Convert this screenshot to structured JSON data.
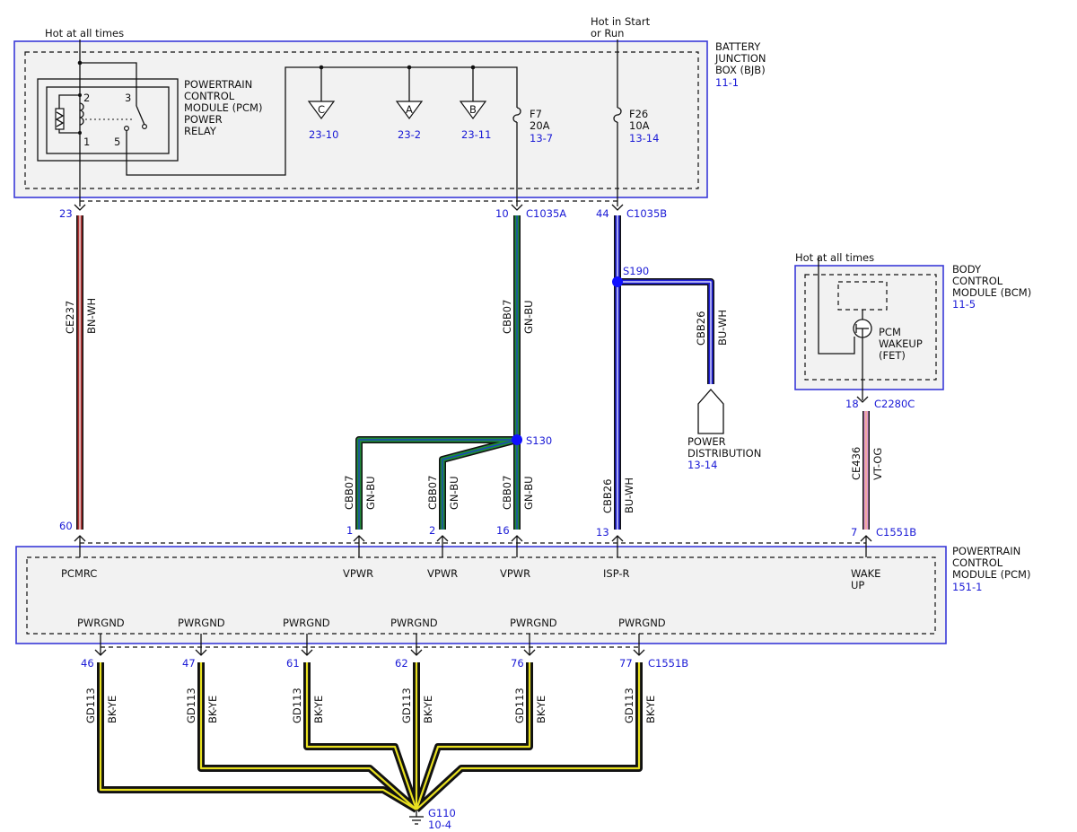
{
  "colors": {
    "module_border": "#3a3ad8",
    "ref_text": "#1a1ad6",
    "wire_bn_wh_core": "#b03535",
    "wire_gn_bu_core": "#1f8a3a",
    "wire_gn_bu_stripe": "#1a3ccf",
    "wire_bu_wh_core": "#2020d8",
    "wire_vt_og_core": "#e39ad2",
    "wire_bk_ye_stripe": "#e8e020",
    "splice_dot": "#1010ff"
  },
  "power_sources": {
    "left": "Hot at all times",
    "start_run_line1": "Hot in Start",
    "start_run_line2": "or Run",
    "bcm": "Hot at all times"
  },
  "bjb": {
    "name_lines": [
      "BATTERY",
      "JUNCTION",
      "BOX (BJB)"
    ],
    "ref": "11-1",
    "relay": {
      "name_lines": [
        "POWERTRAIN",
        "CONTROL",
        "MODULE (PCM)",
        "POWER",
        "RELAY"
      ],
      "pins": [
        "2",
        "3",
        "1",
        "5"
      ]
    },
    "jumpers": [
      {
        "letter": "C",
        "ref": "23-10"
      },
      {
        "letter": "A",
        "ref": "23-2"
      },
      {
        "letter": "B",
        "ref": "23-11"
      }
    ],
    "fuses": [
      {
        "name": "F7",
        "rating": "20A",
        "ref": "13-7"
      },
      {
        "name": "F26",
        "rating": "10A",
        "ref": "13-14"
      }
    ]
  },
  "bjb_connectors": [
    {
      "pin": "23",
      "connector": ""
    },
    {
      "pin": "10",
      "connector": "C1035A"
    },
    {
      "pin": "44",
      "connector": "C1035B"
    }
  ],
  "bcm": {
    "name_lines": [
      "BODY",
      "CONTROL",
      "MODULE (BCM)"
    ],
    "ref": "11-5",
    "fet_lines": [
      "PCM",
      "WAKEUP",
      "(FET)"
    ],
    "pin": "18",
    "connector": "C2280C"
  },
  "splices": [
    {
      "name": "S190"
    },
    {
      "name": "S130"
    }
  ],
  "power_distribution": {
    "lines": [
      "POWER",
      "DISTRIBUTION"
    ],
    "ref": "13-14"
  },
  "wires": [
    {
      "circuit": "CE237",
      "color": "BN-WH"
    },
    {
      "circuit": "CBB07",
      "color": "GN-BU"
    },
    {
      "circuit": "CBB26",
      "color": "BU-WH"
    },
    {
      "circuit": "CE436",
      "color": "VT-OG"
    }
  ],
  "pcm": {
    "name_lines": [
      "POWERTRAIN",
      "CONTROL",
      "MODULE (PCM)"
    ],
    "ref": "151-1",
    "top_pins": [
      {
        "pin": "60",
        "label": "PCMRC",
        "label2": "",
        "connector": ""
      },
      {
        "pin": "1",
        "label": "VPWR",
        "label2": "",
        "connector": ""
      },
      {
        "pin": "2",
        "label": "VPWR",
        "label2": "",
        "connector": ""
      },
      {
        "pin": "16",
        "label": "VPWR",
        "label2": "",
        "connector": ""
      },
      {
        "pin": "13",
        "label": "ISP-R",
        "label2": "",
        "connector": ""
      },
      {
        "pin": "7",
        "label": "WAKE",
        "label2": "UP",
        "connector": "C1551B"
      }
    ],
    "ground_label": "PWRGND",
    "ground_pins": [
      "46",
      "47",
      "61",
      "62",
      "76",
      "77"
    ],
    "ground_connector": "C1551B"
  },
  "ground_wire": {
    "circuit": "GD113",
    "color": "BK-YE"
  },
  "ground": {
    "name": "G110",
    "ref": "10-4"
  }
}
